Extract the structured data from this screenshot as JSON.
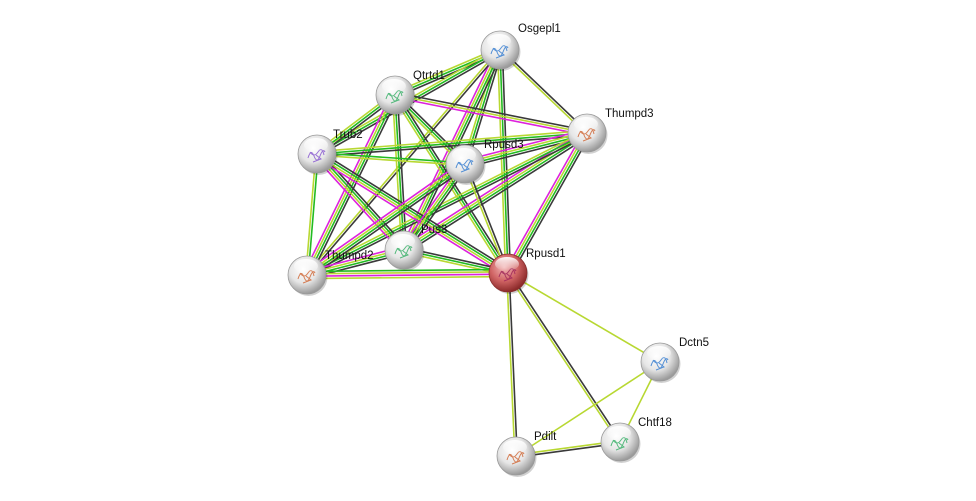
{
  "network": {
    "query_protein": "Rpusd1",
    "edge_colors": {
      "black": "#3a3a3a",
      "green": "#22bb22",
      "yellow": "#b8d832",
      "magenta": "#dd22dd"
    },
    "node_colors": {
      "default": "#d8d8d8",
      "query": "#c44a4a"
    },
    "nodes": [
      {
        "id": "Osgepl1",
        "label": "Osgepl1",
        "query": false
      },
      {
        "id": "Qtrtd1",
        "label": "Qtrtd1",
        "query": false
      },
      {
        "id": "Thumpd3",
        "label": "Thumpd3",
        "query": false
      },
      {
        "id": "Trub2",
        "label": "Trub2",
        "query": false
      },
      {
        "id": "Rpusd3",
        "label": "Rpusd3",
        "query": false
      },
      {
        "id": "Pus3",
        "label": "Pus3",
        "query": false
      },
      {
        "id": "Thumpd2",
        "label": "Thumpd2",
        "query": false
      },
      {
        "id": "Rpusd1",
        "label": "Rpusd1",
        "query": true
      },
      {
        "id": "Dctn5",
        "label": "Dctn5",
        "query": false
      },
      {
        "id": "Chtf18",
        "label": "Chtf18",
        "query": false
      },
      {
        "id": "Pdilt",
        "label": "Pdilt",
        "query": false
      }
    ],
    "edges": [
      {
        "a": "Osgepl1",
        "b": "Qtrtd1",
        "types": [
          "black",
          "green",
          "yellow"
        ]
      },
      {
        "a": "Osgepl1",
        "b": "Thumpd3",
        "types": [
          "black",
          "yellow"
        ]
      },
      {
        "a": "Osgepl1",
        "b": "Trub2",
        "types": [
          "black",
          "green",
          "yellow"
        ]
      },
      {
        "a": "Osgepl1",
        "b": "Rpusd3",
        "types": [
          "black",
          "green",
          "yellow"
        ]
      },
      {
        "a": "Osgepl1",
        "b": "Pus3",
        "types": [
          "black",
          "green",
          "yellow",
          "magenta"
        ]
      },
      {
        "a": "Osgepl1",
        "b": "Thumpd2",
        "types": [
          "black",
          "yellow"
        ]
      },
      {
        "a": "Osgepl1",
        "b": "Rpusd1",
        "types": [
          "black",
          "green",
          "yellow"
        ]
      },
      {
        "a": "Qtrtd1",
        "b": "Thumpd3",
        "types": [
          "black",
          "yellow",
          "magenta"
        ]
      },
      {
        "a": "Qtrtd1",
        "b": "Trub2",
        "types": [
          "black",
          "green",
          "yellow"
        ]
      },
      {
        "a": "Qtrtd1",
        "b": "Rpusd3",
        "types": [
          "black",
          "green",
          "yellow"
        ]
      },
      {
        "a": "Qtrtd1",
        "b": "Pus3",
        "types": [
          "black",
          "green",
          "yellow"
        ]
      },
      {
        "a": "Qtrtd1",
        "b": "Thumpd2",
        "types": [
          "black",
          "green",
          "yellow",
          "magenta"
        ]
      },
      {
        "a": "Qtrtd1",
        "b": "Rpusd1",
        "types": [
          "black",
          "green",
          "yellow"
        ]
      },
      {
        "a": "Thumpd3",
        "b": "Trub2",
        "types": [
          "black",
          "green",
          "yellow"
        ]
      },
      {
        "a": "Thumpd3",
        "b": "Rpusd3",
        "types": [
          "black",
          "green",
          "yellow",
          "magenta"
        ]
      },
      {
        "a": "Thumpd3",
        "b": "Pus3",
        "types": [
          "black",
          "green",
          "yellow",
          "magenta"
        ]
      },
      {
        "a": "Thumpd3",
        "b": "Thumpd2",
        "types": [
          "black",
          "green",
          "yellow"
        ]
      },
      {
        "a": "Thumpd3",
        "b": "Rpusd1",
        "types": [
          "black",
          "green",
          "yellow",
          "magenta"
        ]
      },
      {
        "a": "Trub2",
        "b": "Rpusd3",
        "types": [
          "green",
          "yellow"
        ]
      },
      {
        "a": "Trub2",
        "b": "Pus3",
        "types": [
          "black",
          "green",
          "yellow",
          "magenta"
        ]
      },
      {
        "a": "Trub2",
        "b": "Thumpd2",
        "types": [
          "green",
          "yellow"
        ]
      },
      {
        "a": "Trub2",
        "b": "Rpusd1",
        "types": [
          "black",
          "green",
          "yellow",
          "magenta"
        ]
      },
      {
        "a": "Rpusd3",
        "b": "Pus3",
        "types": [
          "black",
          "green",
          "yellow",
          "magenta"
        ]
      },
      {
        "a": "Rpusd3",
        "b": "Thumpd2",
        "types": [
          "black",
          "green",
          "yellow",
          "magenta"
        ]
      },
      {
        "a": "Rpusd3",
        "b": "Rpusd1",
        "types": [
          "black",
          "yellow"
        ]
      },
      {
        "a": "Pus3",
        "b": "Thumpd2",
        "types": [
          "black",
          "green",
          "yellow",
          "magenta"
        ]
      },
      {
        "a": "Pus3",
        "b": "Rpusd1",
        "types": [
          "black",
          "green",
          "yellow"
        ]
      },
      {
        "a": "Thumpd2",
        "b": "Rpusd1",
        "types": [
          "green",
          "yellow",
          "magenta",
          "yellow"
        ]
      },
      {
        "a": "Rpusd1",
        "b": "Dctn5",
        "types": [
          "yellow"
        ]
      },
      {
        "a": "Rpusd1",
        "b": "Chtf18",
        "types": [
          "black",
          "yellow"
        ]
      },
      {
        "a": "Rpusd1",
        "b": "Pdilt",
        "types": [
          "black",
          "yellow"
        ]
      },
      {
        "a": "Dctn5",
        "b": "Chtf18",
        "types": [
          "yellow"
        ]
      },
      {
        "a": "Dctn5",
        "b": "Pdilt",
        "types": [
          "yellow"
        ]
      },
      {
        "a": "Chtf18",
        "b": "Pdilt",
        "types": [
          "black",
          "yellow"
        ]
      }
    ]
  }
}
